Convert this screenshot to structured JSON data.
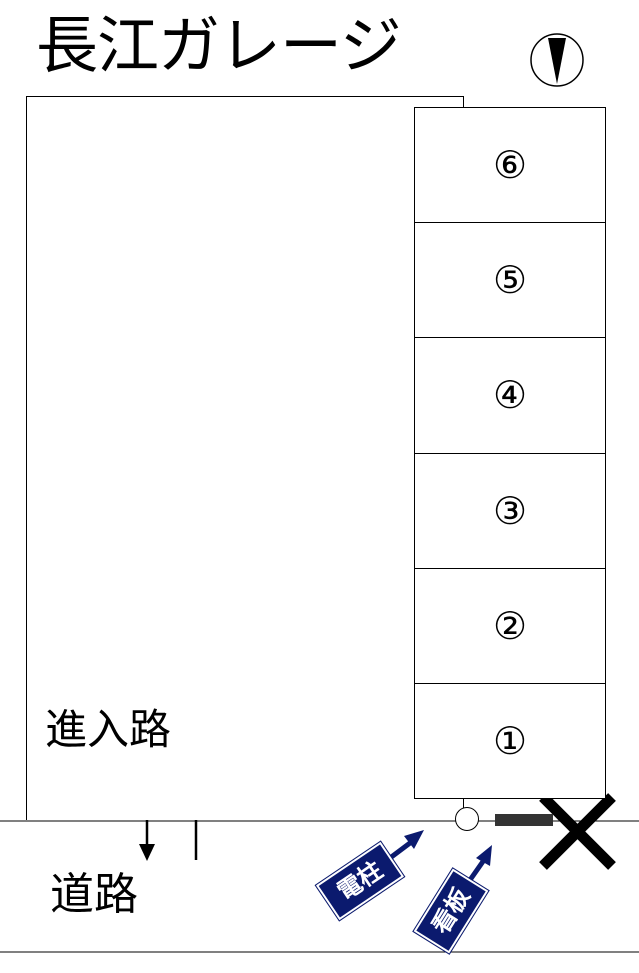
{
  "title": "長江ガレージ",
  "stalls": [
    "⑥",
    "⑤",
    "④",
    "③",
    "②",
    "①"
  ],
  "labels": {
    "entry_road": "進入路",
    "road": "道路",
    "utility_pole": "電柱",
    "signboard": "看板"
  },
  "icons": {
    "compass": "north-arrow-pointing-down",
    "no_entry": "x-mark",
    "traffic_arrows": [
      "arrow-down",
      "arrow-up"
    ]
  },
  "colors": {
    "tag_background": "#0b1a6e",
    "tag_text": "#ffffff",
    "sign_bar": "#333333"
  }
}
